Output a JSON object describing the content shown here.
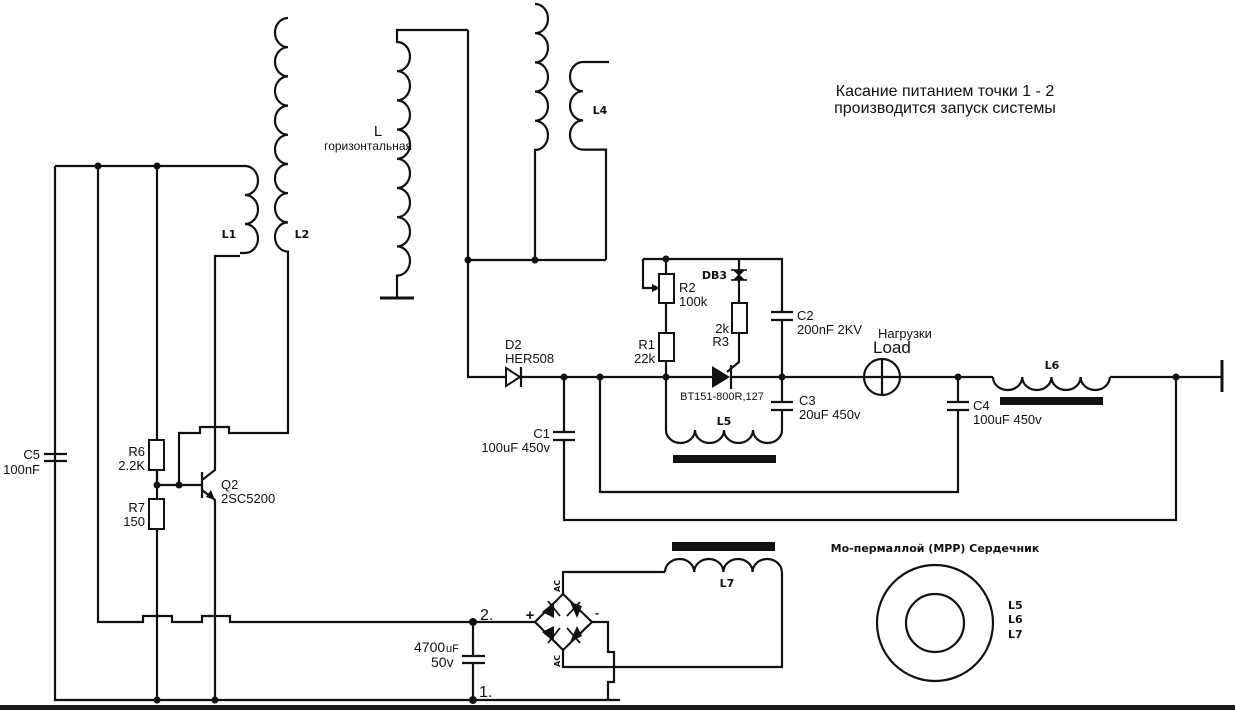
{
  "title_note": {
    "line1": "Касание питанием точки 1 - 2",
    "line2": "производится запуск системы"
  },
  "components": {
    "L_horizontal": {
      "name": "L",
      "desc": "горизонтальная"
    },
    "L1": "L1",
    "L2": "L2",
    "L4": "L4",
    "L5": "L5",
    "L6": "L6",
    "L7": "L7",
    "D2": {
      "name": "D2",
      "value": "HER508"
    },
    "R1": {
      "name": "R1",
      "value": "22k"
    },
    "R2": {
      "name": "R2",
      "value": "100k"
    },
    "R3": {
      "name": "R3",
      "value": "2k"
    },
    "R6": {
      "name": "R6",
      "value": "2.2K"
    },
    "R7": {
      "name": "R7",
      "value": "150"
    },
    "DB3": "DB3",
    "SCR": "BT151-800R,127",
    "C1": {
      "name": "C1",
      "value": "100uF 450v"
    },
    "C2": {
      "name": "C2",
      "value": "200nF 2KV"
    },
    "C3": {
      "name": "C3",
      "value": "20uF 450v"
    },
    "C4": {
      "name": "C4",
      "value": "100uF 450v"
    },
    "C5": {
      "name": "C5",
      "value": "100nF"
    },
    "C_supply": {
      "value": "4700",
      "unit": "uF",
      "voltage": "50v"
    },
    "Q2": {
      "name": "Q2",
      "value": "2SC5200"
    },
    "load": {
      "ru": "Нагрузки",
      "en": "Load"
    },
    "bridge": {
      "ac_top": "AC",
      "ac_bottom": "AC",
      "plus": "+",
      "minus": "-"
    },
    "point1": "1.",
    "point2": "2."
  },
  "core_legend": {
    "title": "Мо-пермаллой (MPP) Сердечник",
    "items": [
      "L5",
      "L6",
      "L7"
    ]
  }
}
